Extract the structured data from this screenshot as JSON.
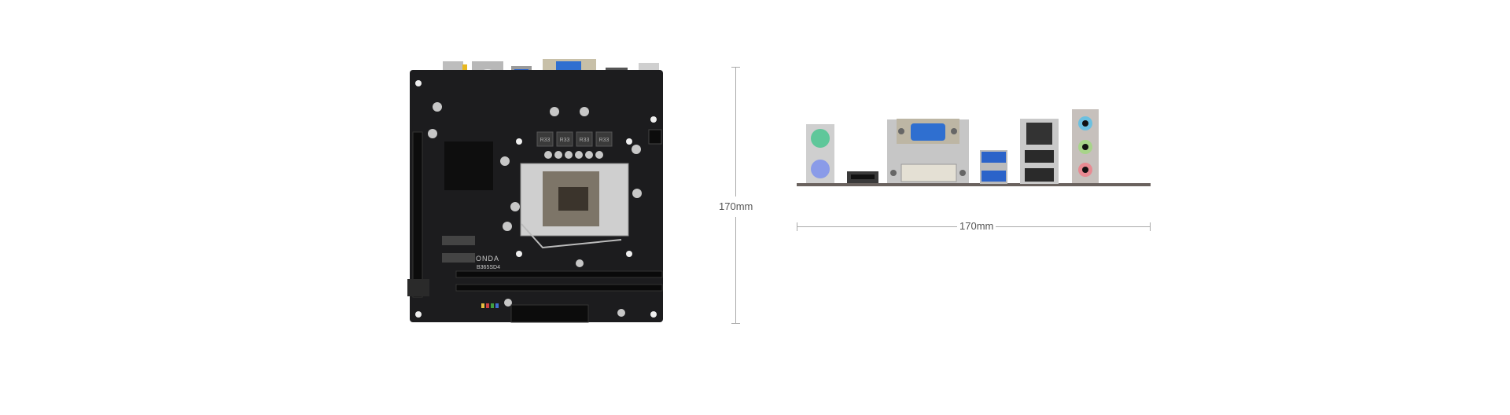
{
  "board": {
    "model_label": "B365SD4",
    "brand_label": "ONDA",
    "vrm_labels": [
      "R33",
      "R33",
      "R33",
      "R33"
    ],
    "colors": {
      "pcb": "#1c1c1e",
      "vga": "#2f6fd0",
      "usb3": "#2b63c9",
      "silver": "#c9c9c9"
    }
  },
  "dimensions": {
    "board_height_label": "170mm",
    "io_width_label": "170mm"
  },
  "io_panel": {
    "ports": [
      "ps2-keyboard",
      "ps2-mouse",
      "hdmi",
      "vga",
      "dvi",
      "usb3-dual",
      "rj45-lan",
      "usb2-dual",
      "audio-line-in",
      "audio-line-out",
      "audio-mic"
    ],
    "colors": {
      "ps2_kb": "#5fc79a",
      "ps2_mouse": "#8a9be8",
      "audio_in": "#6cc0e0",
      "audio_out": "#a8d48a",
      "audio_mic": "#e88a92"
    }
  }
}
